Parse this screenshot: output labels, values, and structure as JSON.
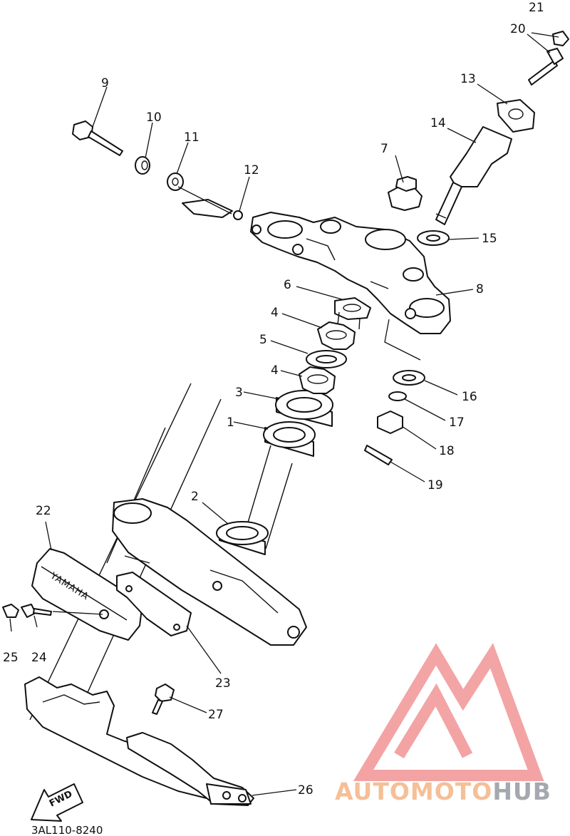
{
  "diagram": {
    "part_code": "3AL110-8240",
    "fwd_label": "FWD",
    "brand_embossing": "YAMAHA",
    "callouts": [
      {
        "id": "c1",
        "label": "1"
      },
      {
        "id": "c2",
        "label": "2"
      },
      {
        "id": "c3",
        "label": "3"
      },
      {
        "id": "c4a",
        "label": "4"
      },
      {
        "id": "c4b",
        "label": "4"
      },
      {
        "id": "c5",
        "label": "5"
      },
      {
        "id": "c6",
        "label": "6"
      },
      {
        "id": "c7",
        "label": "7"
      },
      {
        "id": "c8",
        "label": "8"
      },
      {
        "id": "c9",
        "label": "9"
      },
      {
        "id": "c10",
        "label": "10"
      },
      {
        "id": "c11",
        "label": "11"
      },
      {
        "id": "c12",
        "label": "12"
      },
      {
        "id": "c13",
        "label": "13"
      },
      {
        "id": "c14",
        "label": "14"
      },
      {
        "id": "c15",
        "label": "15"
      },
      {
        "id": "c16",
        "label": "16"
      },
      {
        "id": "c17",
        "label": "17"
      },
      {
        "id": "c18",
        "label": "18"
      },
      {
        "id": "c19",
        "label": "19"
      },
      {
        "id": "c20",
        "label": "20"
      },
      {
        "id": "c21",
        "label": "21"
      },
      {
        "id": "c22",
        "label": "22"
      },
      {
        "id": "c23",
        "label": "23"
      },
      {
        "id": "c24",
        "label": "24"
      },
      {
        "id": "c25",
        "label": "25"
      },
      {
        "id": "c26",
        "label": "26"
      },
      {
        "id": "c27",
        "label": "27"
      }
    ]
  },
  "watermark": {
    "part1": "AUTO",
    "part2": "MOTO",
    "part3": "HUB",
    "color_light": "#f5b98c",
    "color_dark": "#9aa0a6",
    "logo_color": "#f29a9a"
  }
}
